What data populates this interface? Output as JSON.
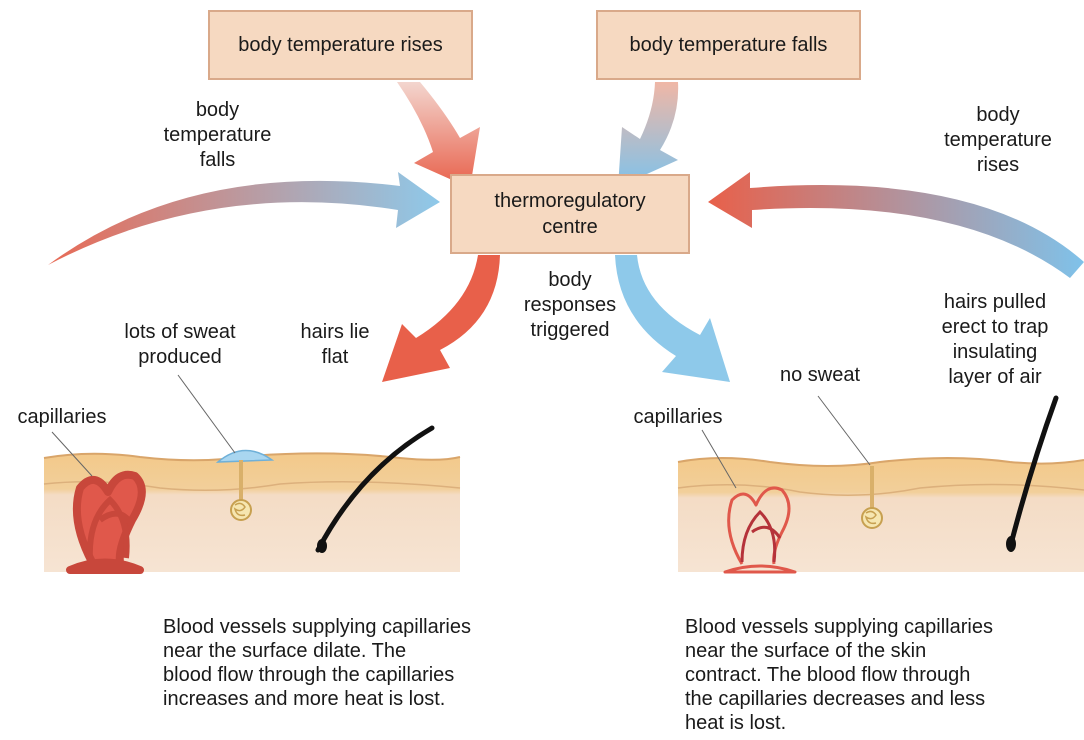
{
  "boxes": {
    "rises": "body temperature rises",
    "falls": "body temperature falls",
    "centre": "thermoregulatory\ncentre"
  },
  "labels": {
    "left_falls": "body\ntemperature\nfalls",
    "right_rises": "body\ntemperature\nrises",
    "responses": "body\nresponses\ntriggered",
    "sweat_lots": "lots of sweat\nproduced",
    "hairs_flat": "hairs lie\nflat",
    "capillaries_left": "capillaries",
    "capillaries_right": "capillaries",
    "no_sweat": "no sweat",
    "hairs_erect": "hairs pulled\nerect to trap\ninsulating\nlayer of air"
  },
  "captions": {
    "left": "Blood vessels supplying capillaries\nnear the surface dilate. The\nblood flow through the capillaries\nincreases and more heat is lost.",
    "right": "Blood vessels supplying capillaries\nnear the surface of the skin\ncontract. The blood flow through\nthe capillaries decreases and less\nheat is lost."
  },
  "colors": {
    "warm_arrow": "#e8604a",
    "cool_arrow": "#8ec9ea",
    "box_fill": "#f6d9c1",
    "skin_top": "#f3c98a",
    "skin_body": "#f4dcc5",
    "capillary": "#e0584b",
    "sweat_drop": "#a9d6f0"
  }
}
